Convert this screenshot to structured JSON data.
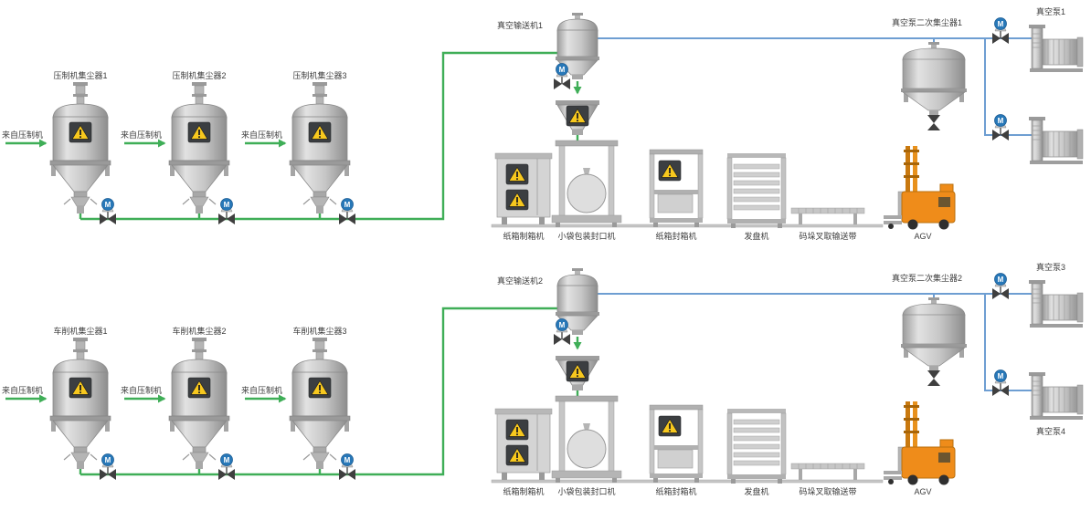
{
  "icons": {
    "motor_label": "M"
  },
  "colors": {
    "pipe_green": "#3fae57",
    "pipe_blue": "#6e9ed2",
    "motor_blue": "#2878b8",
    "warning_yellow": "#f7c81e",
    "warning_panel": "#3b3e41",
    "agv_orange": "#ef8c1a",
    "equipment_gray": "#c6c6c6"
  },
  "line1": {
    "conveyor_label": "真空输送机1",
    "collectors": [
      {
        "label": "压制机集尘器1",
        "inlet_label": "来自压制机"
      },
      {
        "label": "压制机集尘器2",
        "inlet_label": "来自压制机"
      },
      {
        "label": "压制机集尘器3",
        "inlet_label": "来自压制机"
      }
    ],
    "secondary_collector_label": "真空泵二次集尘器1",
    "pump1_label": "真空泵1",
    "equipment_labels": [
      "纸箱制箱机",
      "小袋包装封口机",
      "纸箱封箱机",
      "发盘机",
      "码垛叉取输送带",
      "AGV"
    ]
  },
  "line2": {
    "conveyor_label": "真空输送机2",
    "collectors": [
      {
        "label": "车削机集尘器1",
        "inlet_label": "来自压制机"
      },
      {
        "label": "车削机集尘器2",
        "inlet_label": "来自压制机"
      },
      {
        "label": "车削机集尘器3",
        "inlet_label": "来自压制机"
      }
    ],
    "secondary_collector_label": "真空泵二次集尘器2",
    "pump1_label": "真空泵3",
    "pump2_label": "真空泵4",
    "equipment_labels": [
      "纸箱制箱机",
      "小袋包装封口机",
      "纸箱封箱机",
      "发盘机",
      "码垛叉取输送带",
      "AGV"
    ]
  }
}
